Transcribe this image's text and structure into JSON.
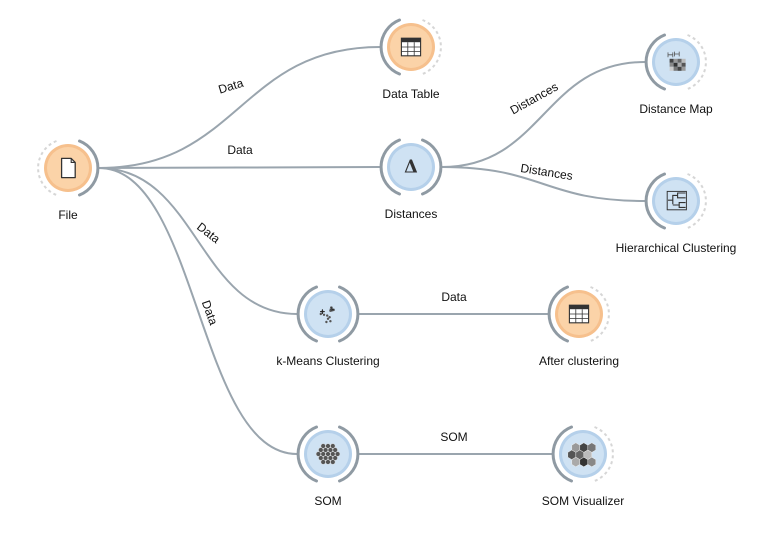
{
  "colors": {
    "edge": "#9aa5ae",
    "anchor": "#8f9aa3",
    "orange_fill": "#fbd3a8",
    "orange_ring": "#f6c08d",
    "blue_fill": "#cfe2f3",
    "blue_ring": "#b5d0ea",
    "icon_dark": "#333333"
  },
  "nodes": [
    {
      "id": "file",
      "label": "File",
      "icon": "document-icon",
      "theme": "orange",
      "inputs": false,
      "outputs": true
    },
    {
      "id": "data-table",
      "label": "Data Table",
      "icon": "table-icon",
      "theme": "orange",
      "inputs": true,
      "outputs": false
    },
    {
      "id": "distances",
      "label": "Distances",
      "icon": "delta-icon",
      "theme": "blue",
      "inputs": true,
      "outputs": true
    },
    {
      "id": "distance-map",
      "label": "Distance Map",
      "icon": "distance-map-icon",
      "theme": "blue",
      "inputs": true,
      "outputs": false
    },
    {
      "id": "hierarchical-clustering",
      "label": "Hierarchical Clustering",
      "icon": "dendrogram-icon",
      "theme": "blue",
      "inputs": true,
      "outputs": false
    },
    {
      "id": "kmeans",
      "label": "k-Means Clustering",
      "icon": "scatter-icon",
      "theme": "blue",
      "inputs": true,
      "outputs": true
    },
    {
      "id": "after-clustering",
      "label": "After clustering",
      "icon": "table-icon",
      "theme": "orange",
      "inputs": true,
      "outputs": false
    },
    {
      "id": "som",
      "label": "SOM",
      "icon": "hexagon-grid-icon",
      "theme": "blue",
      "inputs": true,
      "outputs": true
    },
    {
      "id": "som-visualizer",
      "label": "SOM Visualizer",
      "icon": "som-visualizer-icon",
      "theme": "blue",
      "inputs": true,
      "outputs": false
    }
  ],
  "edges": [
    {
      "from": "file",
      "to": "data-table",
      "label": "Data"
    },
    {
      "from": "file",
      "to": "distances",
      "label": "Data"
    },
    {
      "from": "file",
      "to": "kmeans",
      "label": "Data"
    },
    {
      "from": "file",
      "to": "som",
      "label": "Data"
    },
    {
      "from": "distances",
      "to": "distance-map",
      "label": "Distances"
    },
    {
      "from": "distances",
      "to": "hierarchical-clustering",
      "label": "Distances"
    },
    {
      "from": "kmeans",
      "to": "after-clustering",
      "label": "Data"
    },
    {
      "from": "som",
      "to": "som-visualizer",
      "label": "SOM"
    }
  ]
}
